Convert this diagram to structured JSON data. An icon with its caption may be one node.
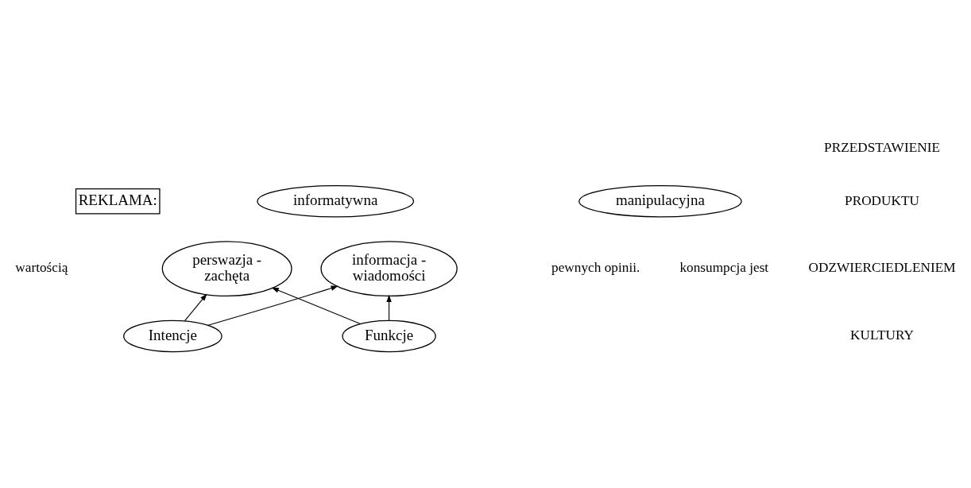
{
  "diagram": {
    "nodes": [
      {
        "text": [
          "informacja - wiadomości"
        ]
      },
      {
        "text": [
          "perswazja - zachęta"
        ]
      },
      {
        "text": [
          "Intencje"
        ]
      },
      {
        "text": [
          "informatywna"
        ]
      },
      {
        "text": [
          "REKLAMA:"
        ]
      },
      {
        "text": [
          "manipulacyjna"
        ]
      },
      {
        "text": [
          "Funkcje"
        ]
      }
    ],
    "edges": [
      {
        "from": 2,
        "to": 0,
        "arrow": "to"
      },
      {
        "from": 2,
        "to": 1,
        "arrow": "to"
      },
      {
        "from": 6,
        "to": 0,
        "arrow": "to"
      },
      {
        "from": 6,
        "to": 1,
        "arrow": "to"
      }
    ],
    "labels": [
      "pewnych opinii.",
      "wartością",
      "konsumpcja jest",
      "PRZEDSTAWIENIE",
      "PRODUKTU",
      "ODZWIERCIEDLENIEM",
      "KULTURY"
    ]
  }
}
